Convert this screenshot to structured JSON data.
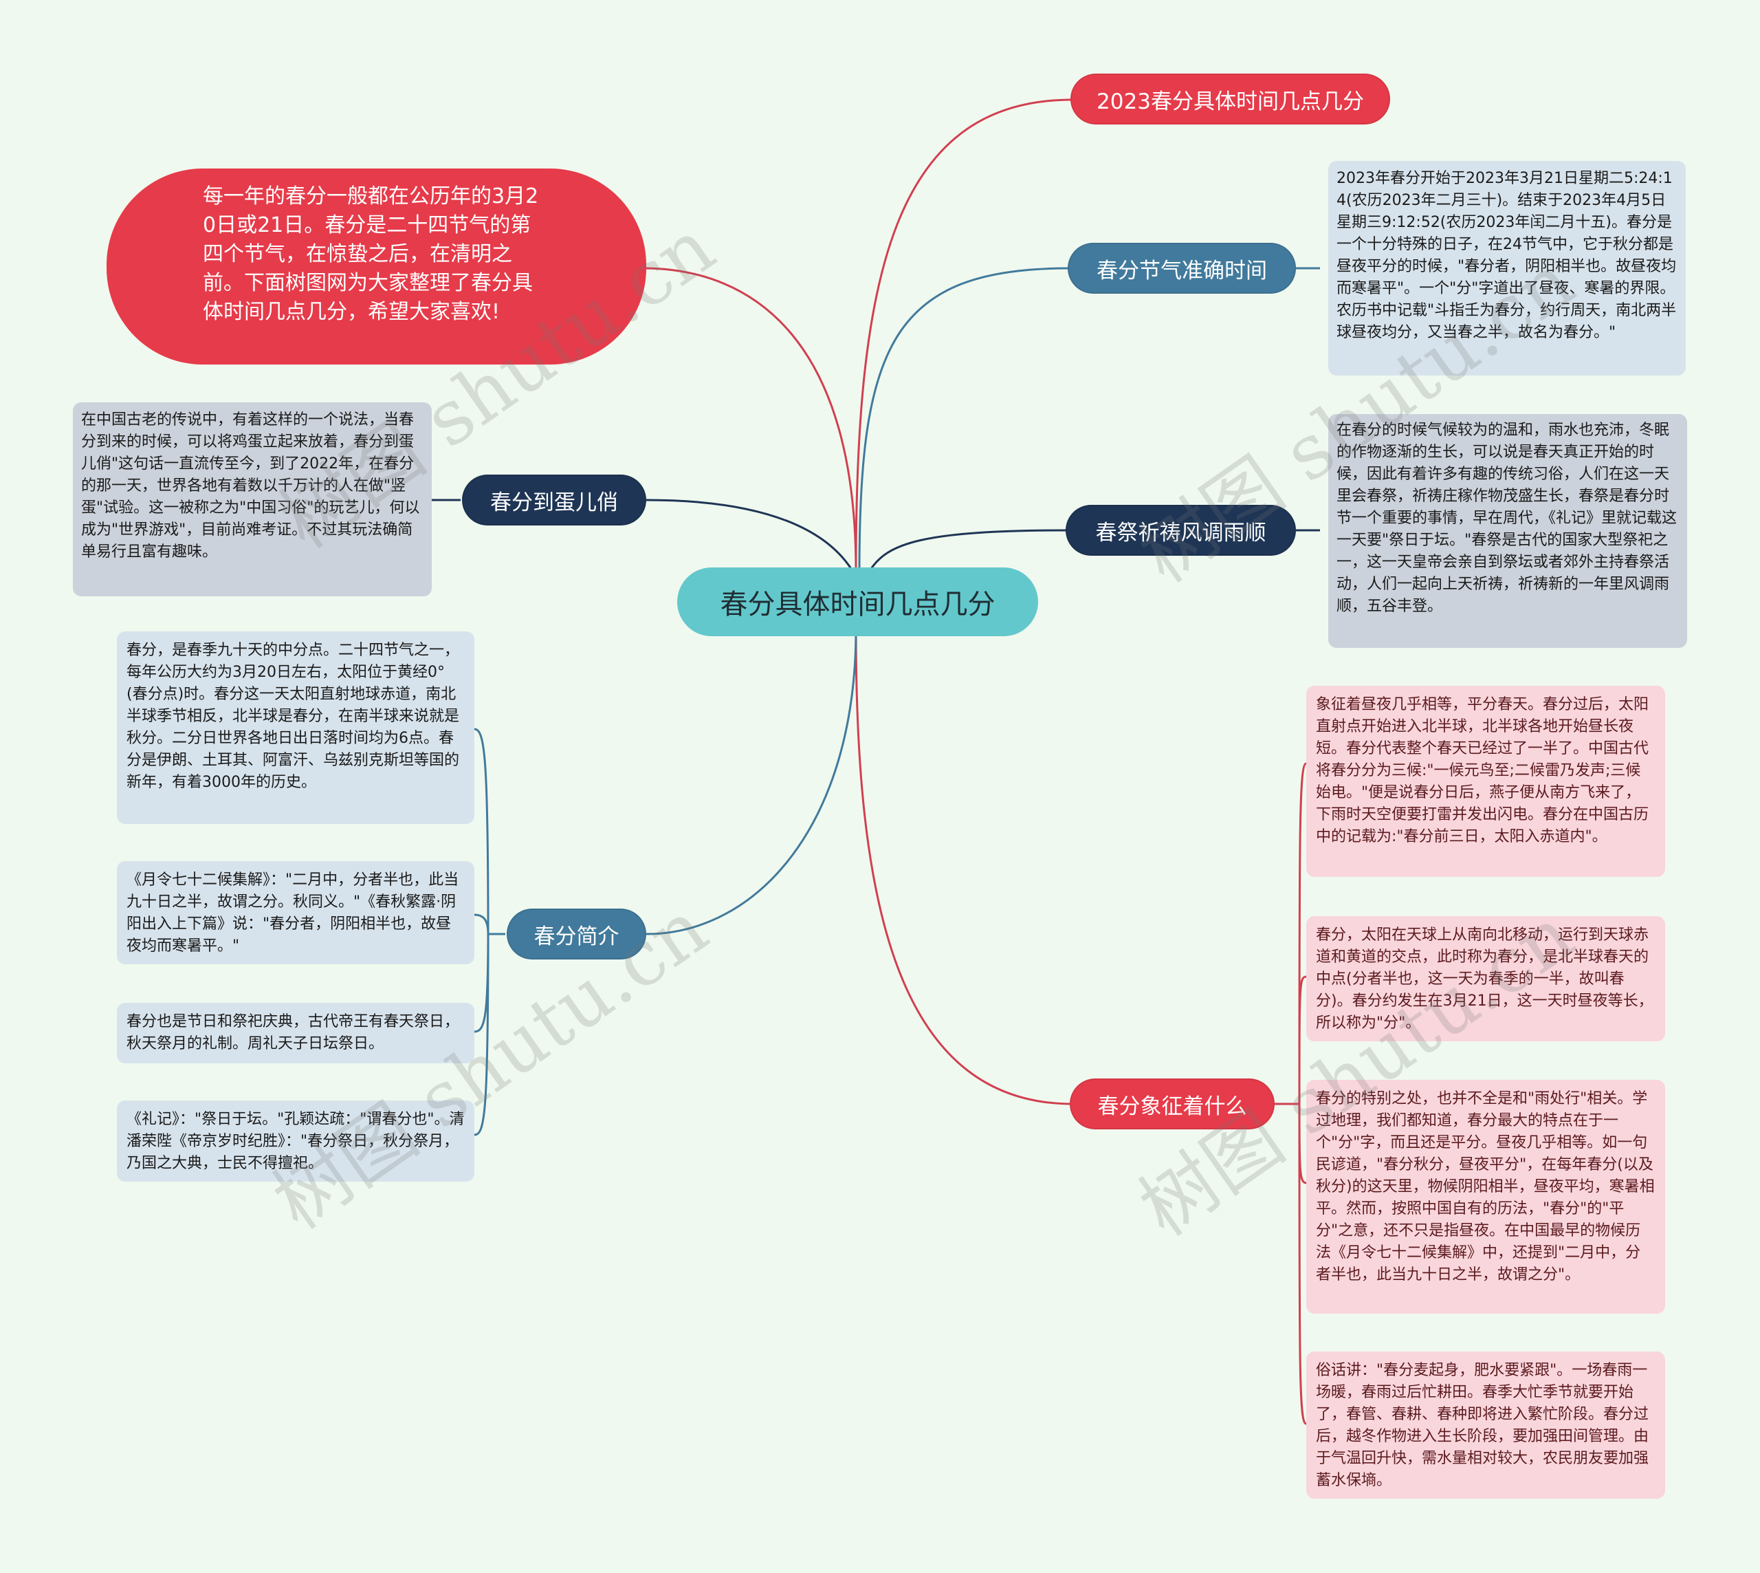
{
  "central": {
    "label": "春分具体时间几点几分"
  },
  "intro": {
    "text": "每一年的春分一般都在公历年的3月20日或21日。春分是二十四节气的第四个节气，在惊蛰之后，在清明之前。下面树图网为大家整理了春分具体时间几点几分，希望大家喜欢!"
  },
  "left_branches": [
    {
      "label": "春分到蛋儿俏",
      "notes": [
        "在中国古老的传说中，有着这样的一个说法，当春分到来的时候，可以将鸡蛋立起来放着，春分到蛋儿俏\"这句话一直流传至今，到了2022年，在春分的那一天，世界各地有着数以千万计的人在做\"竖蛋\"试验。这一被称之为\"中国习俗\"的玩艺儿，何以成为\"世界游戏\"，目前尚难考证。不过其玩法确简单易行且富有趣味。"
      ]
    },
    {
      "label": "春分简介",
      "notes": [
        "春分，是春季九十天的中分点。二十四节气之一，每年公历大约为3月20日左右，太阳位于黄经0°(春分点)时。春分这一天太阳直射地球赤道，南北半球季节相反，北半球是春分，在南半球来说就是秋分。二分日世界各地日出日落时间均为6点。春分是伊朗、土耳其、阿富汗、乌兹别克斯坦等国的新年，有着3000年的历史。",
        "《月令七十二候集解》：\"二月中，分者半也，此当九十日之半，故谓之分。秋同义。\"《春秋繁露·阴阳出入上下篇》说：\"春分者，阴阳相半也，故昼夜均而寒暑平。\"",
        "春分也是节日和祭祀庆典，古代帝王有春天祭日，秋天祭月的礼制。周礼天子日坛祭日。",
        "《礼记》：\"祭日于坛。\"孔颖达疏：\"谓春分也\"。清潘荣陛《帝京岁时纪胜》：\"春分祭日，秋分祭月，乃国之大典，士民不得擅祀。"
      ]
    }
  ],
  "right_branches": [
    {
      "label": "2023春分具体时间几点几分",
      "notes": []
    },
    {
      "label": "春分节气准确时间",
      "notes": [
        "2023年春分开始于2023年3月21日星期二5:24:14(农历2023年二月三十)。结束于2023年4月5日星期三9:12:52(农历2023年闰二月十五)。春分是一个十分特殊的日子，在24节气中，它于秋分都是昼夜平分的时候，\"春分者，阴阳相半也。故昼夜均而寒暑平\"。一个\"分\"字道出了昼夜、寒暑的界限。农历书中记载\"斗指壬为春分，约行周天，南北两半球昼夜均分，又当春之半，故名为春分。\""
      ]
    },
    {
      "label": "春祭祈祷风调雨顺",
      "notes": [
        "在春分的时候气候较为的温和，雨水也充沛，冬眠的作物逐渐的生长，可以说是春天真正开始的时候，因此有着许多有趣的传统习俗，人们在这一天里会春祭，祈祷庄稼作物茂盛生长，春祭是春分时节一个重要的事情，早在周代，《礼记》里就记载这一天要\"祭日于坛。\"春祭是古代的国家大型祭祀之一，这一天皇帝会亲自到祭坛或者郊外主持春祭活动，人们一起向上天祈祷，祈祷新的一年里风调雨顺，五谷丰登。"
      ]
    },
    {
      "label": "春分象征着什么",
      "notes": [
        "象征着昼夜几乎相等，平分春天。春分过后，太阳直射点开始进入北半球，北半球各地开始昼长夜短。春分代表整个春天已经过了一半了。中国古代将春分分为三候:\"一候元鸟至;二候雷乃发声;三候始电。\"便是说春分日后，燕子便从南方飞来了，下雨时天空便要打雷并发出闪电。春分在中国古历中的记载为:\"春分前三日，太阳入赤道内\"。",
        "春分，太阳在天球上从南向北移动，运行到天球赤道和黄道的交点，此时称为春分，是北半球春天的中点(分者半也，这一天为春季的一半，故叫春分)。春分约发生在3月21日，这一天时昼夜等长，所以称为\"分\"。",
        "春分的特别之处，也并不全是和\"雨处行\"相关。学过地理，我们都知道，春分最大的特点在于一个\"分\"字，而且还是平分。昼夜几乎相等。如一句民谚道，\"春分秋分，昼夜平分\"，在每年春分(以及秋分)的这天里，物候阴阳相半，昼夜平均，寒暑相平。然而，按照中国自有的历法，\"春分\"的\"平分\"之意，还不只是指昼夜。在中国最早的物候历法《月令七十二候集解》中，还提到\"二月中，分者半也，此当九十日之半，故谓之分\"。",
        "俗话讲：\"春分麦起身，肥水要紧跟\"。一场春雨一场暖，春雨过后忙耕田。春季大忙季节就要开始了，春管、春耕、春种即将进入繁忙阶段。春分过后，越冬作物进入生长阶段，要加强田间管理。由于气温回升快，需水量相对较大，农民朋友要加强蓄水保墒。"
      ]
    }
  ],
  "watermark": {
    "text": "树图 shutu.cn"
  },
  "colors": {
    "background": "#f0f9ef",
    "central": "#63c8cc",
    "red": "#e63b4a",
    "steel_blue": "#417a9c",
    "navy": "#1e3555",
    "note_gray": "#ccd2db",
    "note_blue": "#d7e3ec",
    "note_pink": "#f8d6dc"
  }
}
